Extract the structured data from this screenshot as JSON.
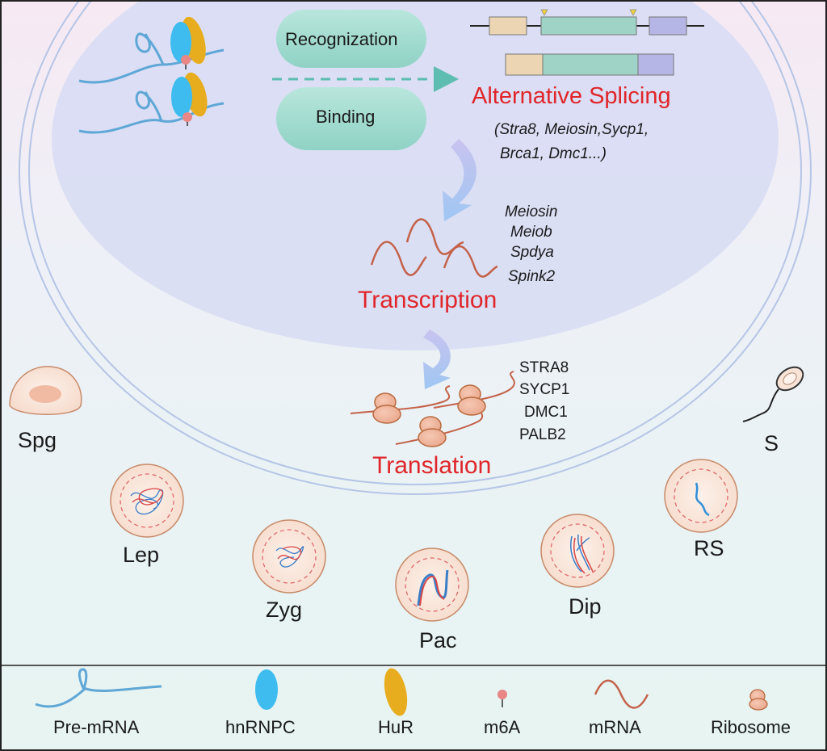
{
  "process": {
    "recognization": "Recognization",
    "binding": "Binding",
    "alternative_splicing": "Alternative Splicing",
    "splicing_genes_line1": "(Stra8, Meiosin,Sycp1,",
    "splicing_genes_line2": "Brca1, Dmc1...)",
    "transcription": "Transcription",
    "transcription_genes": [
      "Meiosin",
      "Meiob",
      "Spdya",
      "Spink2"
    ],
    "translation": "Translation",
    "translation_proteins": [
      "STRA8",
      "SYCP1",
      "DMC1",
      "PALB2"
    ]
  },
  "stages": {
    "spg": "Spg",
    "lep": "Lep",
    "zyg": "Zyg",
    "pac": "Pac",
    "dip": "Dip",
    "rs": "RS",
    "s": "S"
  },
  "legend": {
    "pre_mrna": "Pre-mRNA",
    "hnrnpc": "hnRNPC",
    "hur": "HuR",
    "m6a": "m6A",
    "mrna": "mRNA",
    "ribosome": "Ribosome"
  },
  "colors": {
    "hnrnpc": "#3ebcf0",
    "hur": "#e8ad1e",
    "rna": "#5fa7d6",
    "mrna": "#c4624a",
    "highlight_red": "#e0262a",
    "pill": "#9fdad0",
    "nucleus": "#d9ddf3"
  }
}
